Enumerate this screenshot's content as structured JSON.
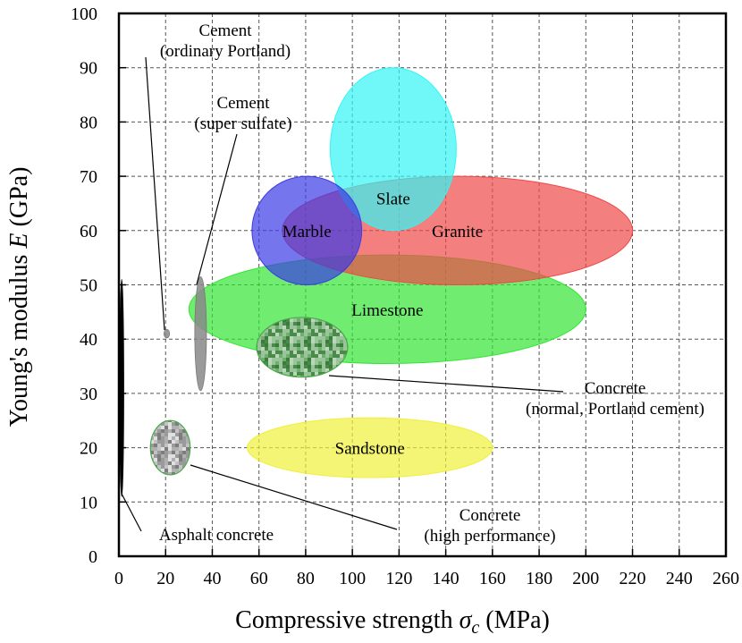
{
  "chart_data": {
    "type": "scatter",
    "xlabel": "Compressive strength σ_c (MPa)",
    "ylabel": "Young's modulus E (GPa)",
    "xlim": [
      0,
      260
    ],
    "ylim": [
      0,
      100
    ],
    "x_ticks": [
      0,
      20,
      40,
      60,
      80,
      100,
      120,
      140,
      160,
      180,
      200,
      220,
      240,
      260
    ],
    "y_ticks": [
      0,
      10,
      20,
      30,
      40,
      50,
      60,
      70,
      80,
      90,
      100
    ],
    "grid": true,
    "regions": [
      {
        "name": "Limestone",
        "cx": 115,
        "cy": 45.5,
        "rx": 85,
        "ry": 10,
        "color": "#33e633",
        "labeled": true
      },
      {
        "name": "Granite",
        "cx": 145,
        "cy": 60,
        "rx": 75,
        "ry": 10,
        "color": "#f04848",
        "labeled": true
      },
      {
        "name": "Slate",
        "cx": 117.5,
        "cy": 75,
        "rx": 27,
        "ry": 15,
        "color": "#33f5f5",
        "labeled": true
      },
      {
        "name": "Marble",
        "cx": 80.5,
        "cy": 60,
        "rx": 23.5,
        "ry": 10,
        "color": "#3b3be6",
        "labeled": true
      },
      {
        "name": "Sandstone",
        "cx": 107.5,
        "cy": 20,
        "rx": 52.5,
        "ry": 5.5,
        "color": "#f0f03a",
        "labeled": true
      },
      {
        "name": "Concrete (normal, Portland cement)",
        "cx": 78.5,
        "cy": 38.5,
        "rx": 19.5,
        "ry": 5.5,
        "color": "#7a9a7a",
        "labeled": false
      },
      {
        "name": "Concrete (high performance)",
        "cx": 22,
        "cy": 20,
        "rx": 8.5,
        "ry": 5,
        "color": "#a0a0a0",
        "labeled": false
      },
      {
        "name": "Cement (super sulfate)",
        "cx": 35,
        "cy": 41,
        "rx": 2.5,
        "ry": 10.5,
        "color": "#888888",
        "labeled": false
      },
      {
        "name": "Cement (ordinary Portland)",
        "cx": 20.5,
        "cy": 41,
        "rx": 1.2,
        "ry": 0.8,
        "color": "#888888",
        "labeled": false
      },
      {
        "name": "Asphalt concrete",
        "cx": 1.2,
        "cy": 31,
        "rx": 0.9,
        "ry": 20,
        "color": "#000000",
        "labeled": false
      }
    ],
    "annotations": [
      {
        "lines": [
          "Cement",
          "(ordinary Portland)"
        ]
      },
      {
        "lines": [
          "Cement",
          "(super sulfate)"
        ]
      },
      {
        "lines": [
          "Concrete",
          "(normal, Portland cement)"
        ]
      },
      {
        "lines": [
          "Concrete",
          "(high performance)"
        ]
      },
      {
        "lines": [
          "Asphalt concrete"
        ]
      }
    ]
  },
  "labels": {
    "xlabel_main": "Compressive strength ",
    "xlabel_symbol": "σ",
    "xlabel_sub": "c",
    "xlabel_unit": " (MPa)",
    "ylabel_main": "Young's modulus ",
    "ylabel_symbol": "E",
    "ylabel_unit": " (GPa)"
  }
}
